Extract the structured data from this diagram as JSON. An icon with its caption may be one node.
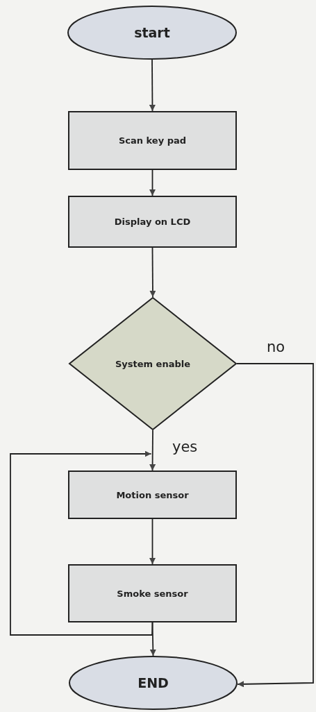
{
  "diagram": {
    "nodes": [
      {
        "text": [
          "start"
        ]
      },
      {
        "text": [
          "Scan key pad"
        ]
      },
      {
        "text": [
          "Display on LCD"
        ]
      },
      {
        "text": [
          "System enable"
        ]
      },
      {
        "text": [
          "Motion sensor"
        ]
      },
      {
        "text": [
          "Smoke sensor"
        ]
      },
      {
        "text": [
          "END"
        ]
      }
    ],
    "edges": [
      {
        "from": 0,
        "to": 1,
        "arrow": "to"
      },
      {
        "from": 1,
        "to": 2,
        "arrow": "to"
      },
      {
        "from": 2,
        "to": 3,
        "arrow": "to"
      },
      {
        "from": 3,
        "to": 4,
        "arrow": "to",
        "label": "yes"
      },
      {
        "from": 4,
        "to": 5,
        "arrow": "to"
      },
      {
        "from": 5,
        "to": 6,
        "arrow": "to"
      },
      {
        "from": 5,
        "to": 4,
        "arrow": "to"
      },
      {
        "from": 3,
        "to": 6,
        "arrow": "to",
        "label": "no"
      }
    ]
  }
}
